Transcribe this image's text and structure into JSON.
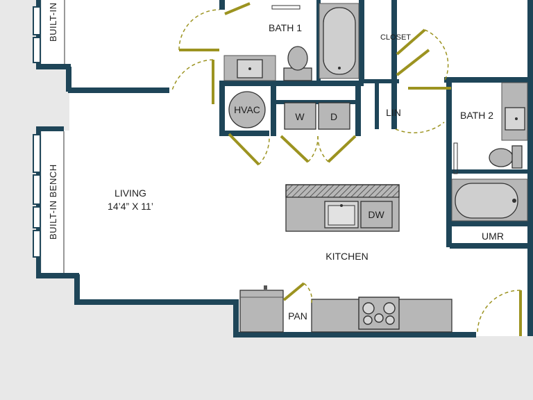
{
  "rooms": {
    "living": "LIVING",
    "living_dim": "14’4” X 11’",
    "kitchen": "KITCHEN",
    "bath1": "BATH 1",
    "bath2": "BATH 2",
    "closet": "CLOSET",
    "linen": "LIN",
    "umr": "UMR",
    "pantry": "PAN"
  },
  "fixtures": {
    "hvac": "HVAC",
    "washer": "W",
    "dryer": "D",
    "dishwasher": "DW",
    "bench_top": "BUILT-IN",
    "bench_left": "BUILT-IN BENCH"
  },
  "colors": {
    "wall": "#1e4558",
    "door": "#9c9320",
    "fixture": "#b7b7b7",
    "floor": "#ffffff",
    "background": "#e8e8e8"
  }
}
